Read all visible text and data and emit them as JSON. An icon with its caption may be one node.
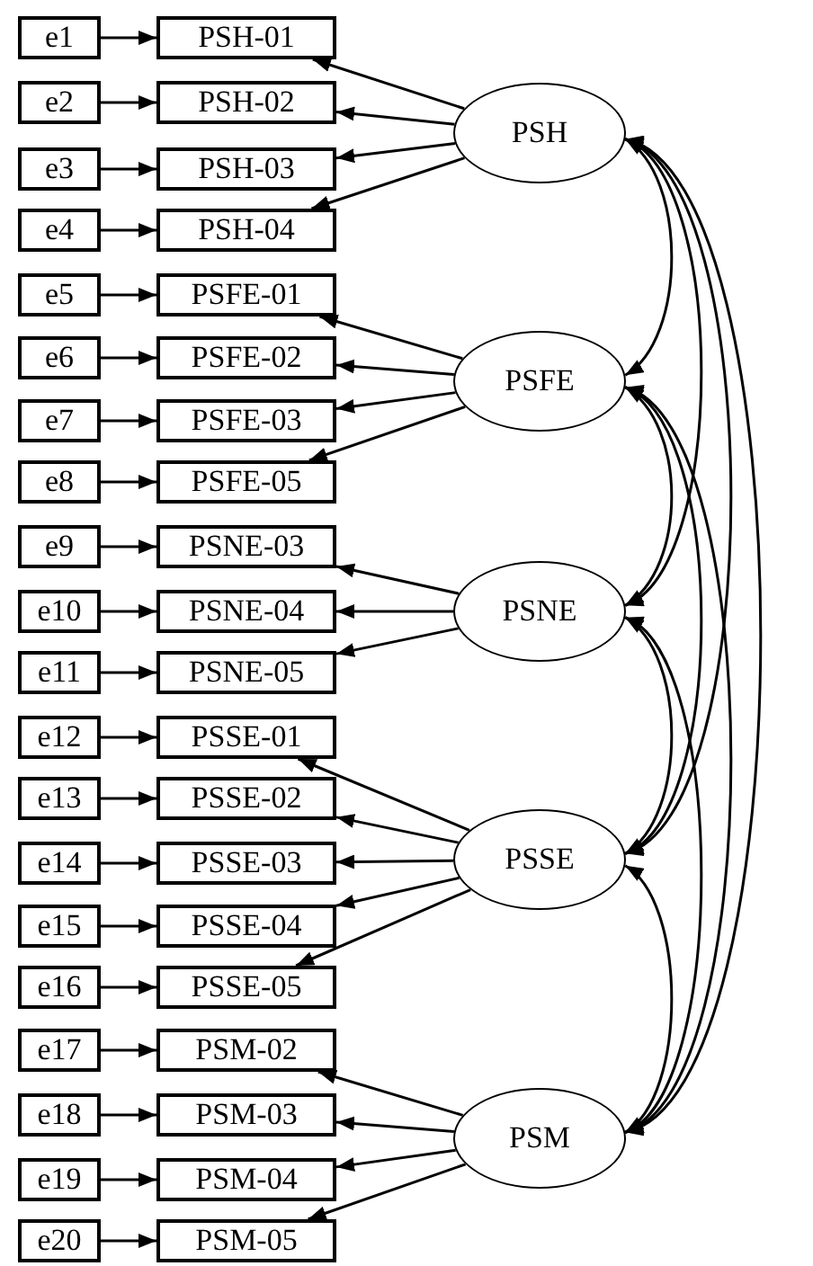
{
  "diagram": {
    "nodes": [
      {
        "text": [
          "e1"
        ]
      },
      {
        "text": [
          "PSH-01"
        ]
      },
      {
        "text": [
          "e2"
        ]
      },
      {
        "text": [
          "PSH-02"
        ]
      },
      {
        "text": [
          "e3"
        ]
      },
      {
        "text": [
          "PSH-03"
        ]
      },
      {
        "text": [
          "e4"
        ]
      },
      {
        "text": [
          "PSH-04"
        ]
      },
      {
        "text": [
          "PSH"
        ]
      },
      {
        "text": [
          "e5"
        ]
      },
      {
        "text": [
          "PSFE-01"
        ]
      },
      {
        "text": [
          "e6"
        ]
      },
      {
        "text": [
          "PSFE-02"
        ]
      },
      {
        "text": [
          "e7"
        ]
      },
      {
        "text": [
          "PSFE-03"
        ]
      },
      {
        "text": [
          "e8"
        ]
      },
      {
        "text": [
          "PSFE-05"
        ]
      },
      {
        "text": [
          "PSFE"
        ]
      },
      {
        "text": [
          "e9"
        ]
      },
      {
        "text": [
          "PSNE-03"
        ]
      },
      {
        "text": [
          "e10"
        ]
      },
      {
        "text": [
          "PSNE-04"
        ]
      },
      {
        "text": [
          "e11"
        ]
      },
      {
        "text": [
          "PSNE-05"
        ]
      },
      {
        "text": [
          "PSNE"
        ]
      },
      {
        "text": [
          "e12"
        ]
      },
      {
        "text": [
          "PSSE-01"
        ]
      },
      {
        "text": [
          "e13"
        ]
      },
      {
        "text": [
          "PSSE-02"
        ]
      },
      {
        "text": [
          "e14"
        ]
      },
      {
        "text": [
          "PSSE-03"
        ]
      },
      {
        "text": [
          "e15"
        ]
      },
      {
        "text": [
          "PSSE-04"
        ]
      },
      {
        "text": [
          "e16"
        ]
      },
      {
        "text": [
          "PSSE-05"
        ]
      },
      {
        "text": [
          "PSSE"
        ]
      },
      {
        "text": [
          "e17"
        ]
      },
      {
        "text": [
          "PSM-02"
        ]
      },
      {
        "text": [
          "e18"
        ]
      },
      {
        "text": [
          "PSM-03"
        ]
      },
      {
        "text": [
          "e19"
        ]
      },
      {
        "text": [
          "PSM-04"
        ]
      },
      {
        "text": [
          "e20"
        ]
      },
      {
        "text": [
          "PSM-05"
        ]
      },
      {
        "text": [
          "PSM"
        ]
      }
    ],
    "edges": [
      {
        "from": 0,
        "to": 1,
        "arrow": "to"
      },
      {
        "from": 2,
        "to": 3,
        "arrow": "to"
      },
      {
        "from": 4,
        "to": 5,
        "arrow": "to"
      },
      {
        "from": 6,
        "to": 7,
        "arrow": "to"
      },
      {
        "from": 8,
        "to": 1,
        "arrow": "to"
      },
      {
        "from": 8,
        "to": 3,
        "arrow": "to"
      },
      {
        "from": 8,
        "to": 5,
        "arrow": "to"
      },
      {
        "from": 8,
        "to": 7,
        "arrow": "to"
      },
      {
        "from": 9,
        "to": 10,
        "arrow": "to"
      },
      {
        "from": 11,
        "to": 12,
        "arrow": "to"
      },
      {
        "from": 13,
        "to": 14,
        "arrow": "to"
      },
      {
        "from": 15,
        "to": 16,
        "arrow": "to"
      },
      {
        "from": 17,
        "to": 10,
        "arrow": "to"
      },
      {
        "from": 17,
        "to": 12,
        "arrow": "to"
      },
      {
        "from": 17,
        "to": 14,
        "arrow": "to"
      },
      {
        "from": 17,
        "to": 16,
        "arrow": "to"
      },
      {
        "from": 18,
        "to": 19,
        "arrow": "to"
      },
      {
        "from": 20,
        "to": 21,
        "arrow": "to"
      },
      {
        "from": 22,
        "to": 23,
        "arrow": "to"
      },
      {
        "from": 24,
        "to": 19,
        "arrow": "to"
      },
      {
        "from": 24,
        "to": 21,
        "arrow": "to"
      },
      {
        "from": 24,
        "to": 23,
        "arrow": "to"
      },
      {
        "from": 25,
        "to": 26,
        "arrow": "to"
      },
      {
        "from": 27,
        "to": 28,
        "arrow": "to"
      },
      {
        "from": 29,
        "to": 30,
        "arrow": "to"
      },
      {
        "from": 31,
        "to": 32,
        "arrow": "to"
      },
      {
        "from": 33,
        "to": 34,
        "arrow": "to"
      },
      {
        "from": 35,
        "to": 26,
        "arrow": "to"
      },
      {
        "from": 35,
        "to": 28,
        "arrow": "to"
      },
      {
        "from": 35,
        "to": 30,
        "arrow": "to"
      },
      {
        "from": 35,
        "to": 32,
        "arrow": "to"
      },
      {
        "from": 35,
        "to": 34,
        "arrow": "to"
      },
      {
        "from": 36,
        "to": 37,
        "arrow": "to"
      },
      {
        "from": 38,
        "to": 39,
        "arrow": "to"
      },
      {
        "from": 40,
        "to": 41,
        "arrow": "to"
      },
      {
        "from": 42,
        "to": 43,
        "arrow": "to"
      },
      {
        "from": 44,
        "to": 37,
        "arrow": "to"
      },
      {
        "from": 44,
        "to": 39,
        "arrow": "to"
      },
      {
        "from": 44,
        "to": 41,
        "arrow": "to"
      },
      {
        "from": 44,
        "to": 43,
        "arrow": "to"
      },
      {
        "from": 8,
        "to": 17,
        "arrow": "both"
      },
      {
        "from": 8,
        "to": 24,
        "arrow": "both"
      },
      {
        "from": 8,
        "to": 35,
        "arrow": "both"
      },
      {
        "from": 8,
        "to": 44,
        "arrow": "both"
      },
      {
        "from": 17,
        "to": 24,
        "arrow": "both"
      },
      {
        "from": 17,
        "to": 35,
        "arrow": "both"
      },
      {
        "from": 17,
        "to": 44,
        "arrow": "both"
      },
      {
        "from": 24,
        "to": 35,
        "arrow": "both"
      },
      {
        "from": 24,
        "to": 44,
        "arrow": "both"
      },
      {
        "from": 35,
        "to": 44,
        "arrow": "both"
      }
    ]
  }
}
